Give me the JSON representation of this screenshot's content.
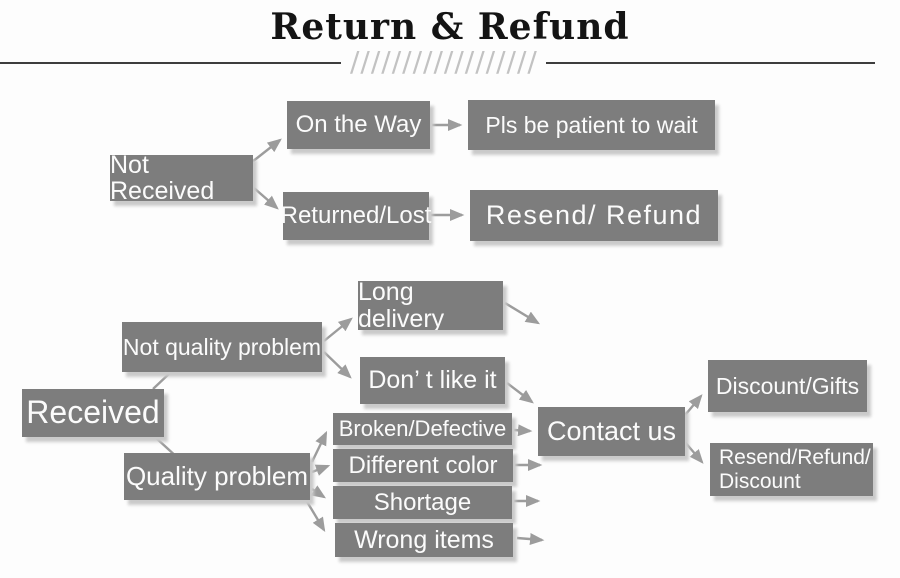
{
  "header": {
    "title": "Return & Refund",
    "hatch": "//////////////////"
  },
  "colors": {
    "node_bg": "#7d7d7d",
    "node_text": "#fbfbfb",
    "arrow": "#9c9c9c",
    "title_text": "#141414",
    "divider": "#3d3d3d",
    "hatch": "#c2c2c2",
    "shadow": "#cacaca"
  },
  "nodes": {
    "not_received": "Not Received",
    "on_the_way": "On the Way",
    "pls_wait": "Pls be patient to wait",
    "returned_lost": "Returned/Lost",
    "resend_refund": "Resend/ Refund",
    "received": "Received",
    "not_quality_problem": "Not quality problem",
    "quality_problem": "Quality problem",
    "long_delivery": "Long delivery",
    "dont_like_it": "Don’ t like it",
    "broken_defective": "Broken/Defective",
    "different_color": "Different color",
    "shortage": "Shortage",
    "wrong_items": "Wrong items",
    "contact_us": "Contact us",
    "discount_gifts": "Discount/Gifts",
    "resend_refund_discount": "Resend/Refund/\nDiscount"
  },
  "edges": [
    {
      "from": "Not Received",
      "to": "On the Way"
    },
    {
      "from": "Not Received",
      "to": "Returned/Lost"
    },
    {
      "from": "On the Way",
      "to": "Pls be patient to wait"
    },
    {
      "from": "Returned/Lost",
      "to": "Resend/ Refund"
    },
    {
      "from": "Received",
      "to": "Not quality problem"
    },
    {
      "from": "Received",
      "to": "Quality problem"
    },
    {
      "from": "Not quality problem",
      "to": "Long delivery"
    },
    {
      "from": "Not quality problem",
      "to": "Don’ t like it"
    },
    {
      "from": "Long delivery",
      "to": "Contact us"
    },
    {
      "from": "Don’ t like it",
      "to": "Contact us"
    },
    {
      "from": "Quality problem",
      "to": "Broken/Defective"
    },
    {
      "from": "Quality problem",
      "to": "Different color"
    },
    {
      "from": "Quality problem",
      "to": "Shortage"
    },
    {
      "from": "Quality problem",
      "to": "Wrong items"
    },
    {
      "from": "Broken/Defective",
      "to": "Contact us"
    },
    {
      "from": "Different color",
      "to": "Contact us"
    },
    {
      "from": "Shortage",
      "to": "Contact us"
    },
    {
      "from": "Wrong items",
      "to": "Contact us"
    },
    {
      "from": "Contact us",
      "to": "Discount/Gifts"
    },
    {
      "from": "Contact us",
      "to": "Resend/Refund/Discount"
    }
  ]
}
